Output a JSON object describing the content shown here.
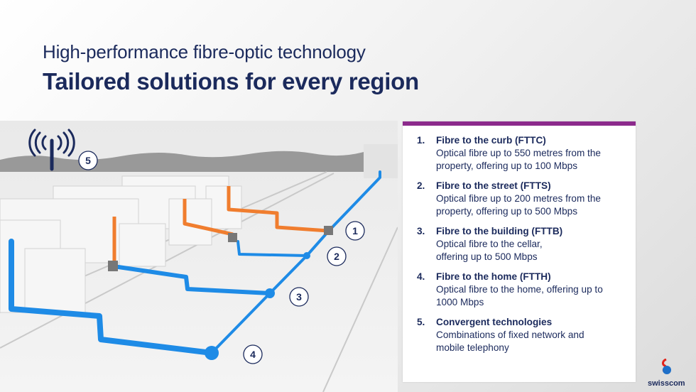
{
  "header": {
    "subtitle": "High-performance fibre-optic technology",
    "title": "Tailored solutions for every region"
  },
  "diagram": {
    "markers": [
      "1",
      "2",
      "3",
      "4",
      "5"
    ],
    "colors": {
      "fibre": "#1e8be6",
      "copper": "#f07d2e",
      "accent": "#8c2a8c",
      "navy": "#1b2a5c"
    }
  },
  "legend": {
    "items": [
      {
        "number": "1.",
        "title": "Fibre to the curb (FTTC)",
        "description": "Optical fibre up to 550 metres from the property, offering up to 100 Mbps"
      },
      {
        "number": "2.",
        "title": "Fibre to the street (FTTS)",
        "description": "Optical fibre up to 200 metres from the property, offering up to 500 Mbps"
      },
      {
        "number": "3.",
        "title": "Fibre to the building (FTTB)",
        "description": "Optical fibre to the cellar, offering up to 500 Mbps"
      },
      {
        "number": "4.",
        "title": "Fibre to the home (FTTH)",
        "description": "Optical fibre to the home, offering up to 1000 Mbps"
      },
      {
        "number": "5.",
        "title": "Convergent technologies",
        "description": "Combinations of fixed network and mobile telephony"
      }
    ]
  },
  "logo": {
    "text": "swisscom"
  }
}
